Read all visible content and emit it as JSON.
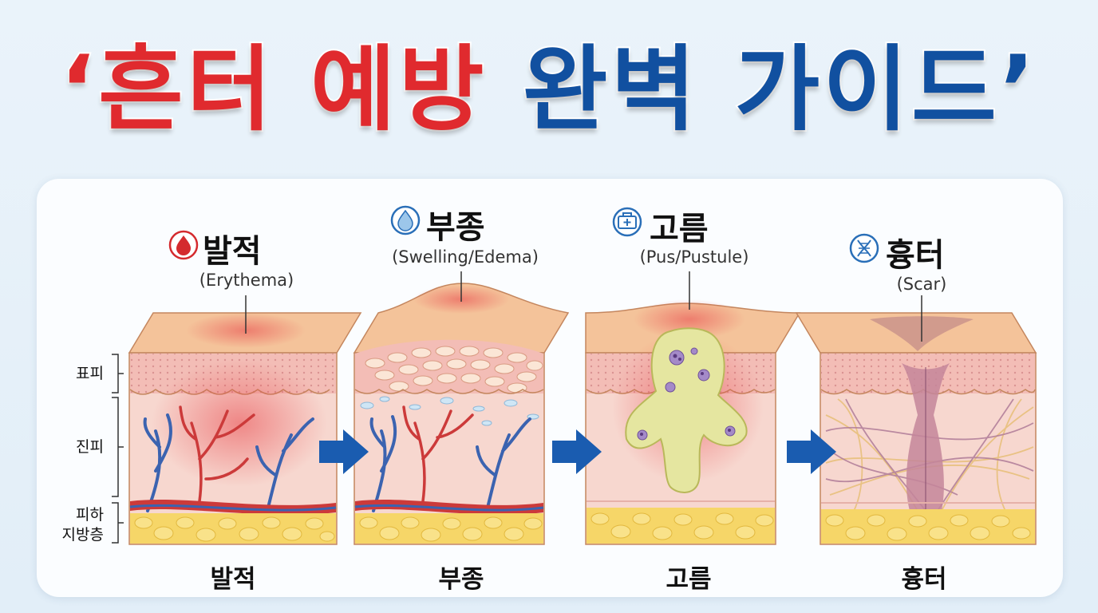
{
  "title": {
    "part1": "‘흔터 예방",
    "part2": "완벽 가이드’",
    "color1": "#e02a2e",
    "color2": "#1150a0"
  },
  "layers": [
    {
      "label": "표피"
    },
    {
      "label": "진피"
    },
    {
      "label": "피하\n지방층"
    }
  ],
  "stages": [
    {
      "name": "발적",
      "english": "(Erythema)",
      "bottom": "발적",
      "icon": "blood-drop-icon",
      "icon_color": "#d42a2e"
    },
    {
      "name": "부종",
      "english": "(Swelling/Edema)",
      "bottom": "부종",
      "icon": "water-drop-icon",
      "icon_color": "#2a6fb8"
    },
    {
      "name": "고름",
      "english": "(Pus/Pustule)",
      "bottom": "고름",
      "icon": "first-aid-kit-icon",
      "icon_color": "#2a6fb8"
    },
    {
      "name": "흉터",
      "english": "(Scar)",
      "bottom": "흉터",
      "icon": "dna-icon",
      "icon_color": "#2a6fb8"
    }
  ],
  "colors": {
    "arrow": "#1a5cb0",
    "skin": "#f6c89a",
    "fat": "#f6d668",
    "vein": "#3b63b0",
    "artery": "#cc3a3a",
    "pus": "#e5e6a0"
  }
}
